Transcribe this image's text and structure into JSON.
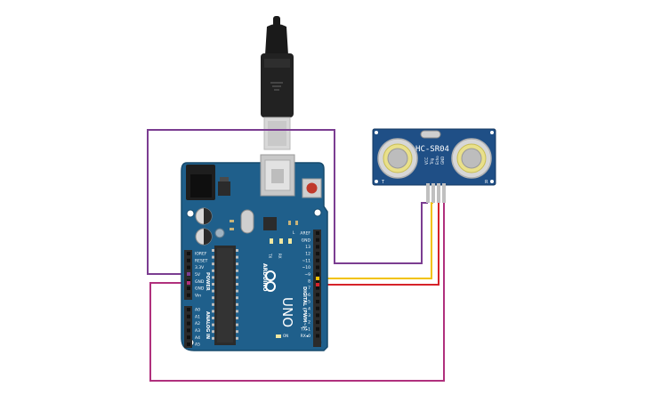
{
  "colors": {
    "board": "#1f5f8b",
    "board_edge": "#174a6c",
    "sensor_board": "#1f4f86",
    "wire_purple": "#7b3d91",
    "wire_magenta": "#b0307d",
    "wire_yellow": "#f2c200",
    "wire_red": "#d6232a",
    "transducer_ring": "#e9e08a",
    "header_black": "#2b2b2b"
  },
  "arduino": {
    "brand": "ARDUINO",
    "model": "UNO",
    "reset_label": "RESET",
    "led_labels": [
      "TX",
      "RX",
      "L",
      "ON"
    ],
    "section_power": "POWER",
    "section_analog": "ANALOG IN",
    "section_digital": "DIGITAL (PWM~)",
    "power_pins": [
      "IOREF",
      "RESET",
      "3.3V",
      "5V",
      "GND",
      "GND",
      "Vin"
    ],
    "analog_pins": [
      "A0",
      "A1",
      "A2",
      "A3",
      "A4",
      "A5"
    ],
    "digital_pins": [
      "AREF",
      "GND",
      "13",
      "12",
      "~11",
      "~10",
      "~9",
      "8",
      "7",
      "~6",
      "~5",
      "4",
      "~3",
      "2",
      "TX▸1",
      "RX◂0"
    ]
  },
  "sensor": {
    "name": "HC-SR04",
    "pins": [
      "VCC",
      "Trig",
      "Echo",
      "GND"
    ],
    "corner_left": "T",
    "corner_right": "R"
  }
}
